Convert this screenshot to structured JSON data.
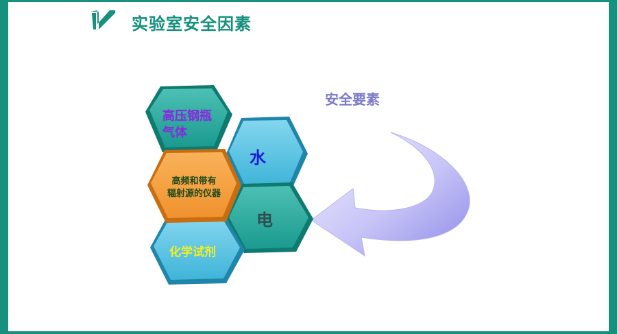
{
  "slide": {
    "title": "实验室安全因素",
    "colors": {
      "frame": "#17907e",
      "title": "#14907c",
      "teal_hex": "#1b9a8f",
      "blue_hex": "#3fb4d9",
      "orange_hex": "#f0922e",
      "arrow": "#a9a5ef",
      "subtitle": "#7b79c9"
    }
  },
  "diagram": {
    "subtitle": "安全要素",
    "hexagons": {
      "gas": {
        "line1": "高压钢瓶",
        "line2": "气体"
      },
      "water": "水",
      "radiation": {
        "line1": "高频和带有",
        "line2": "辐射源的仪器"
      },
      "electric": "电",
      "chemical": "化学试剂"
    },
    "arrow_icon": "curved-arrow-left"
  }
}
